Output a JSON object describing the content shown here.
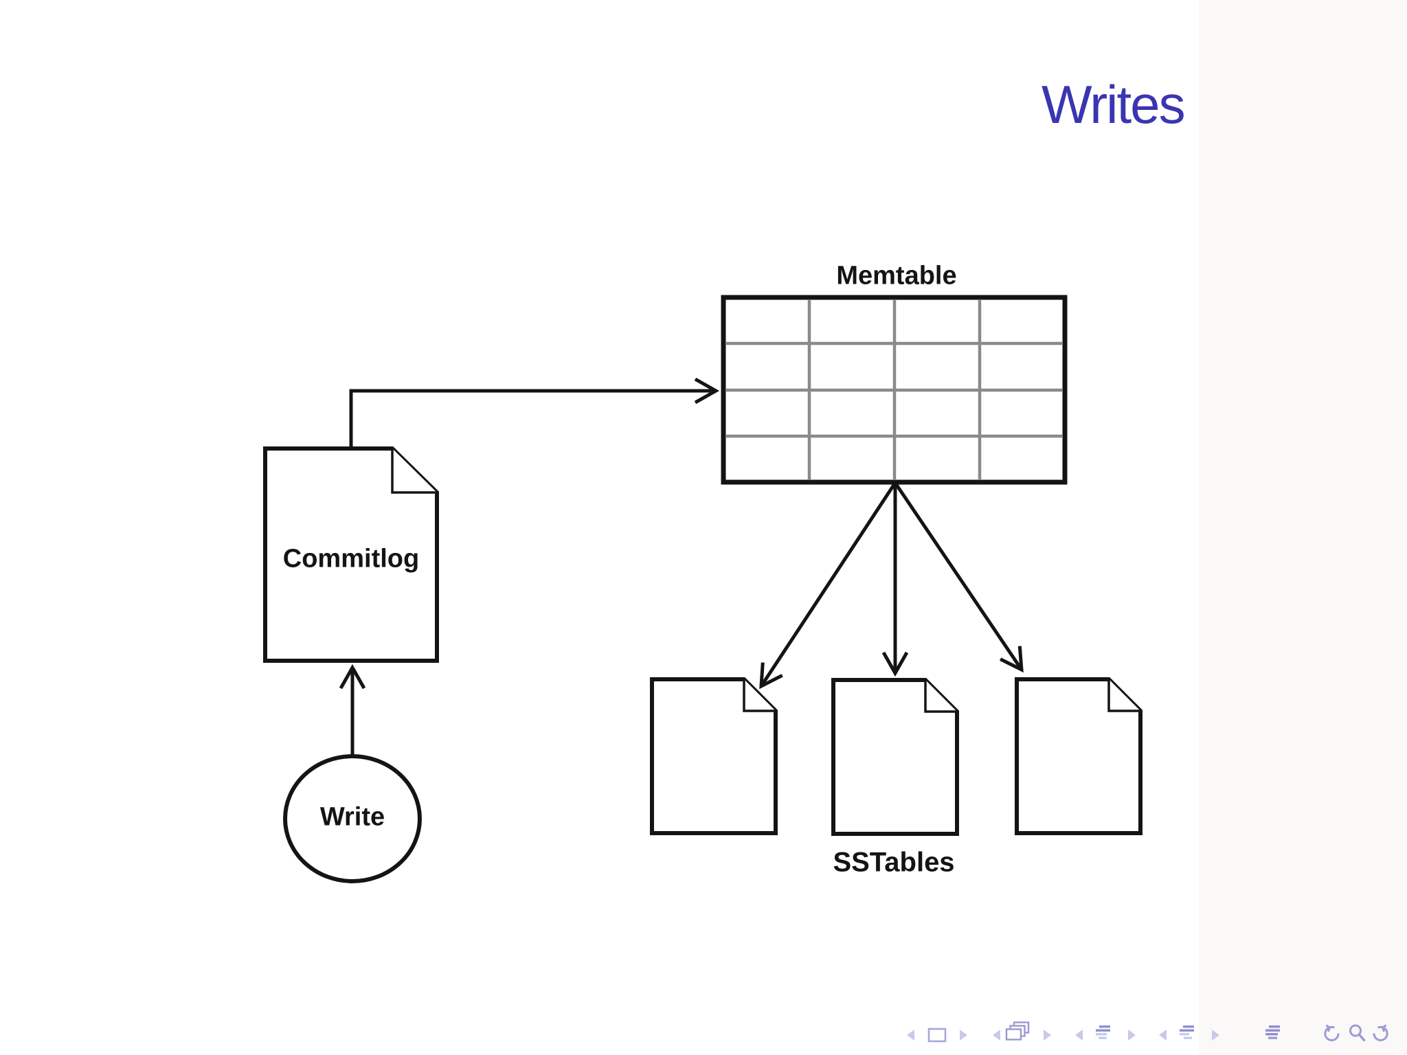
{
  "slide": {
    "title": "Writes",
    "title_color": "#3a35b2",
    "background_color": "#ffffff",
    "right_band_color": "#fbf8f8"
  },
  "diagram": {
    "memtable": {
      "label": "Memtable",
      "rows": 4,
      "cols": 4
    },
    "commitlog": {
      "label": "Commitlog"
    },
    "write": {
      "label": "Write"
    },
    "sstables": {
      "label": "SSTables",
      "document_count": 3
    },
    "colors": {
      "stroke": "#141414",
      "grid_inner": "#8a8a8a",
      "shape_fill": "#ffffff"
    },
    "flow": [
      "Write -> Commitlog",
      "Commitlog -> Memtable",
      "Memtable -> SSTable 1",
      "Memtable -> SSTable 2",
      "Memtable -> SSTable 3"
    ]
  },
  "nav": {
    "color_triangle": "#c9c9ea",
    "color_dark": "#8e8ed0",
    "color_light": "#cacaec",
    "color_stroke": "#9c9cd4",
    "groups": [
      {
        "name": "frame-nav"
      },
      {
        "name": "frames-overlay-nav"
      },
      {
        "name": "section-nav"
      },
      {
        "name": "subsection-nav"
      },
      {
        "name": "appendix-doc"
      },
      {
        "name": "history-and-search"
      }
    ]
  }
}
